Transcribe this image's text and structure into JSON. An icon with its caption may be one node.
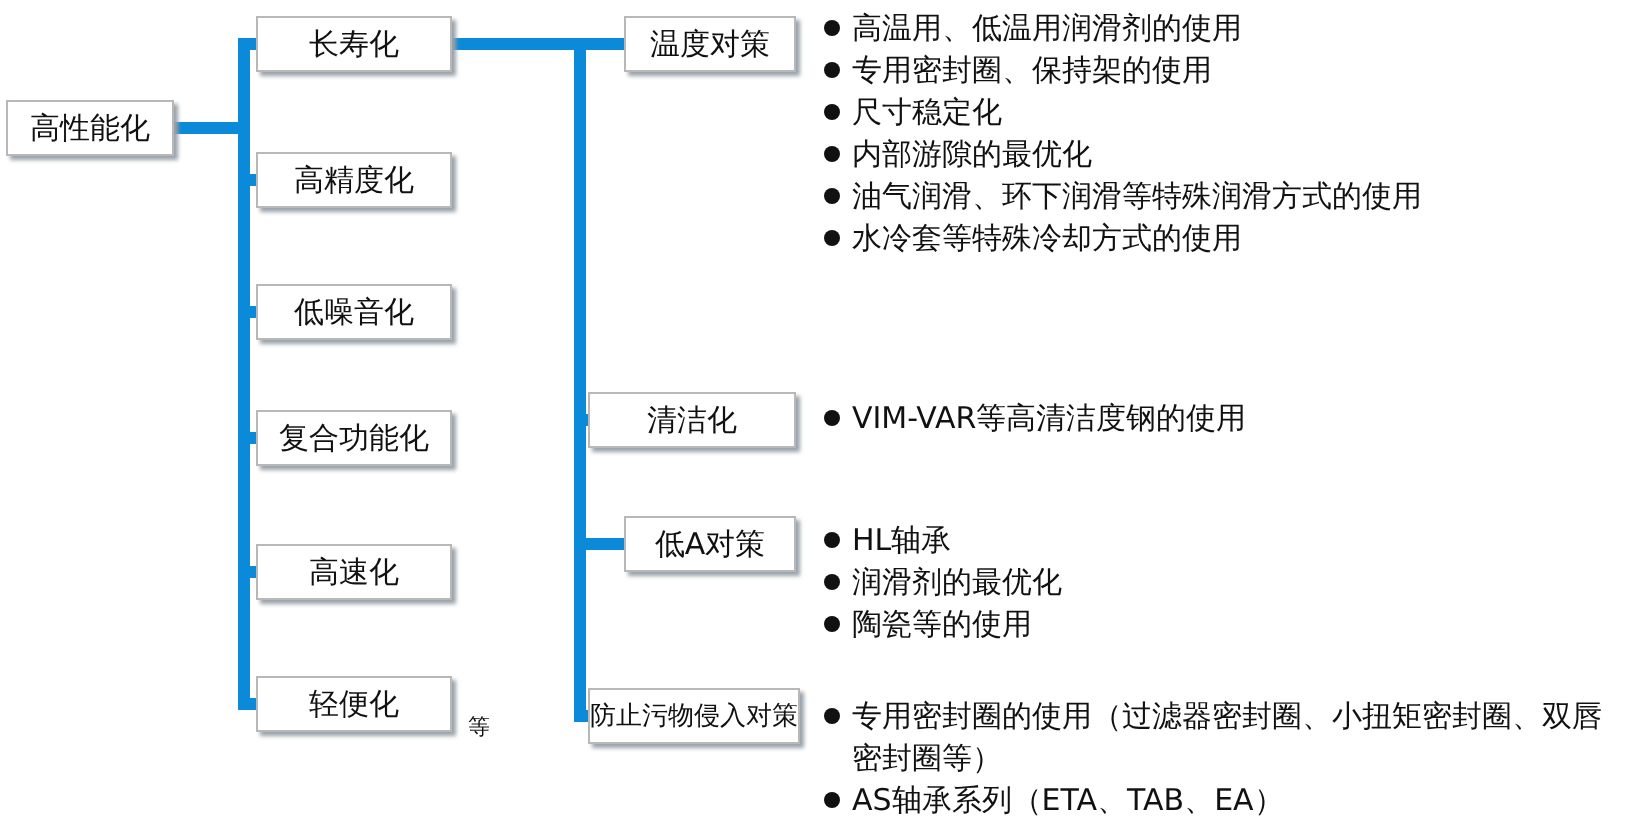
{
  "diagram": {
    "nodes": [
      {
        "text": [
          "高性能化"
        ]
      },
      {
        "text": [
          "长寿化"
        ]
      },
      {
        "text": [
          "高精度化"
        ]
      },
      {
        "text": [
          "低噪音化"
        ]
      },
      {
        "text": [
          "复合功能化"
        ]
      },
      {
        "text": [
          "高速化"
        ]
      },
      {
        "text": [
          "轻便化"
        ]
      },
      {
        "text": [
          "温度对策"
        ],
        "beside": [
          "高温用、低温用润滑剂的使用",
          "专用密封圈、保持架的使用",
          "尺寸稳定化",
          "内部游隙的最优化",
          "油气润滑、环下润滑等特殊润滑方式的使用",
          "水冷套等特殊冷却方式的使用"
        ]
      },
      {
        "text": [
          "清洁化"
        ],
        "beside": [
          "VIM-VAR等高清洁度钢的使用"
        ]
      },
      {
        "text": [
          "低A对策"
        ],
        "beside": [
          "HL轴承",
          "润滑剂的最优化",
          "陶瓷等的使用"
        ]
      },
      {
        "text": [
          "防止污物侵入对策"
        ],
        "beside": [
          "专用密封圈的使用（过滤器密封圈、小扭矩密封圈、双唇密封圈等）",
          "AS轴承系列（ETA、TAB、EA）"
        ]
      }
    ],
    "edges": [
      {
        "from": 0,
        "to": 1,
        "arrow": "none"
      },
      {
        "from": 0,
        "to": 2,
        "arrow": "none"
      },
      {
        "from": 0,
        "to": 3,
        "arrow": "none"
      },
      {
        "from": 0,
        "to": 4,
        "arrow": "none"
      },
      {
        "from": 0,
        "to": 5,
        "arrow": "none"
      },
      {
        "from": 0,
        "to": 6,
        "arrow": "none"
      },
      {
        "from": 1,
        "to": 7,
        "arrow": "none"
      },
      {
        "from": 1,
        "to": 8,
        "arrow": "none"
      },
      {
        "from": 1,
        "to": 9,
        "arrow": "none"
      },
      {
        "from": 1,
        "to": 10,
        "arrow": "none"
      }
    ],
    "labels": [
      "等"
    ]
  }
}
